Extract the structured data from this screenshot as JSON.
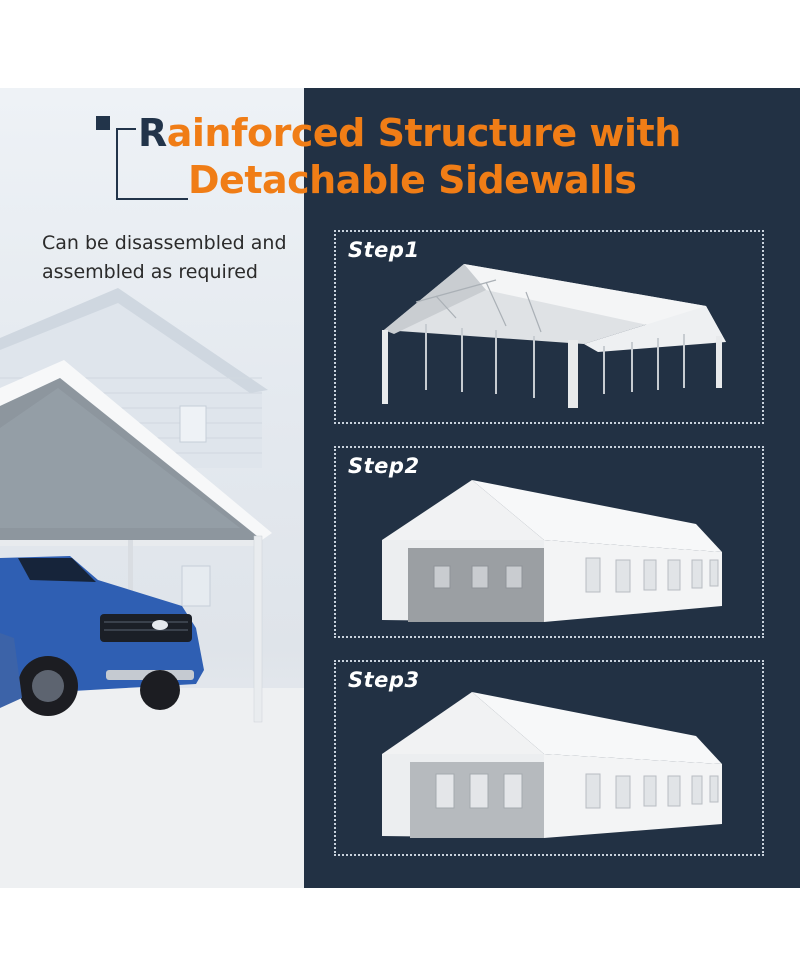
{
  "headline": {
    "first_letter": "R",
    "line1_rest": "ainforced Structure with",
    "line2": "Detachable Sidewalls"
  },
  "description": "Can be disassembled and assembled as required",
  "steps": [
    {
      "label": "Step1"
    },
    {
      "label": "Step2"
    },
    {
      "label": "Step3"
    }
  ],
  "colors": {
    "accent_orange": "#f07d16",
    "navy": "#223144",
    "dotted_border": "#c9d2dd"
  }
}
